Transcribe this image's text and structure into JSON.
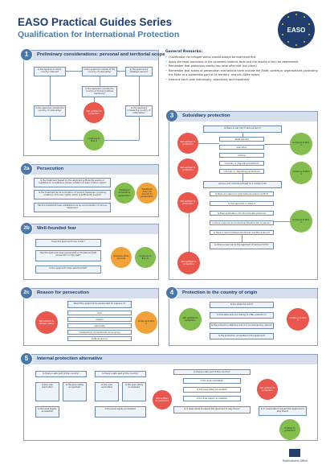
{
  "header": {
    "title": "EASO Practical Guides Series",
    "subtitle": "Qualification for International Protection",
    "logo_text": "EASO"
  },
  "general_remarks": {
    "title": "General Remarks:",
    "items": [
      "Qualification for refugee status should always be examined first",
      "Apply the legal provisions in the accepted material facts and the results of the risk assessment",
      "Remember that protection needs may arise after exit (sur place)",
      "Remember that actors of persecution and serious harm include the State, parties or organisations controlling the State or a substantial part of its territory, and non-State actors",
      "Examine each case individually, objectively and impartially"
    ]
  },
  "panels": {
    "p1": {
      "num": "1",
      "title": "Preliminary considerations: personal and territorial scope"
    },
    "p2a": {
      "num": "2a",
      "title": "Persecution"
    },
    "p2b": {
      "num": "2b",
      "title": "Well-founded fear"
    },
    "p2c": {
      "num": "2c",
      "title": "Reason for persecution"
    },
    "p3": {
      "num": "3",
      "title": "Subsidiary protection"
    },
    "p4": {
      "num": "4",
      "title": "Protection in the country of origin"
    },
    "p5": {
      "num": "5",
      "title": "Internal protection alternative"
    }
  },
  "p1": {
    "q1": "Is the applicant a third-country national?",
    "q2": "Is the applicant outside of the country of nationality?",
    "q3": "Is the applicant a stateless person?",
    "q4": "Is the applicant outside the country of former habitual residence?",
    "q5": "Is the applicant outside the country of nationality?",
    "red": "Not entitled to protection",
    "green": "Continue to Box 2"
  },
  "p2a": {
    "q1": "Is the treatment feared by the applicant sufficiently severe or repetitive to constitute a severe violation of basic human rights?",
    "q2": "Is the treatment an accumulation of various measures, including violations of human rights, which is sufficiently severe?",
    "q3": "Has the treatment been established as an accumulation of various measures?",
    "green": "Treatment amounts to persecution",
    "red": "Treatment does not amount to persecution"
  },
  "p2b": {
    "q1": "Does the applicant have a fear?",
    "q2": "Has the applicant been persecuted or threatened with persecution in the past?",
    "q3": "Is the applicant's fear well-founded?",
    "orange": "Examine other grounds",
    "green": "Continue to Box 2c"
  },
  "p2c": {
    "q_main": "Would the applicant be persecuted for reasons of:",
    "reasons": [
      "race",
      "religion",
      "nationality",
      "membership of a particular social group",
      "political opinion"
    ],
    "red": "Not entitled to refugee status",
    "green": "Continue to Box 4"
  },
  "p3": {
    "q_main": "Is there a real risk of serious harm?",
    "harms": [
      "death penalty",
      "execution",
      "torture",
      "inhuman or degrading treatment",
      "inhuman or degrading punishment"
    ],
    "q_civil": "serious and individual threat to a civilian's life",
    "q_conflict": "Is there an internal or international armed conflict?",
    "q_civilian": "Is the applicant a civilian?",
    "q_violence": "Is there a situation of indiscriminate violence?",
    "q_threat": "Is there a serious and individual threat to life or person?",
    "q_nexus": "Is there a nexus between the threat and the violence?",
    "q_alt": "Is there a real risk to the applicant of serious harm?",
    "red": "Not entitled to protection",
    "green": "Continue to Box 4",
    "orange": "Continue to Box 4"
  },
  "p4": {
    "q1": "Is the state the actor?",
    "q2": "Is the state able and willing to offer protection?",
    "q3": "Is the protection effective and of a non-temporary nature?",
    "q4": "Is the protection accessible to the applicant?",
    "green": "Not entitled to protection",
    "red": "Continue to Box 5"
  },
  "p5": {
    "q1": "Is there a safe part of the country?",
    "q2": "Is the area reachable?",
    "q3": "Is the area safely accessible?",
    "q4": "Is the area legally accessible?",
    "q5": "Is it reasonable to expect the applicant to stay there?",
    "red": "Not entitled to protection",
    "green": "Entitled to protection"
  },
  "footer": {
    "text": "Publications Office"
  },
  "colors": {
    "primary": "#1f3e6e",
    "accent": "#4a78ad",
    "red": "#e8564d",
    "green": "#82bd4e",
    "orange": "#f1a33a"
  }
}
